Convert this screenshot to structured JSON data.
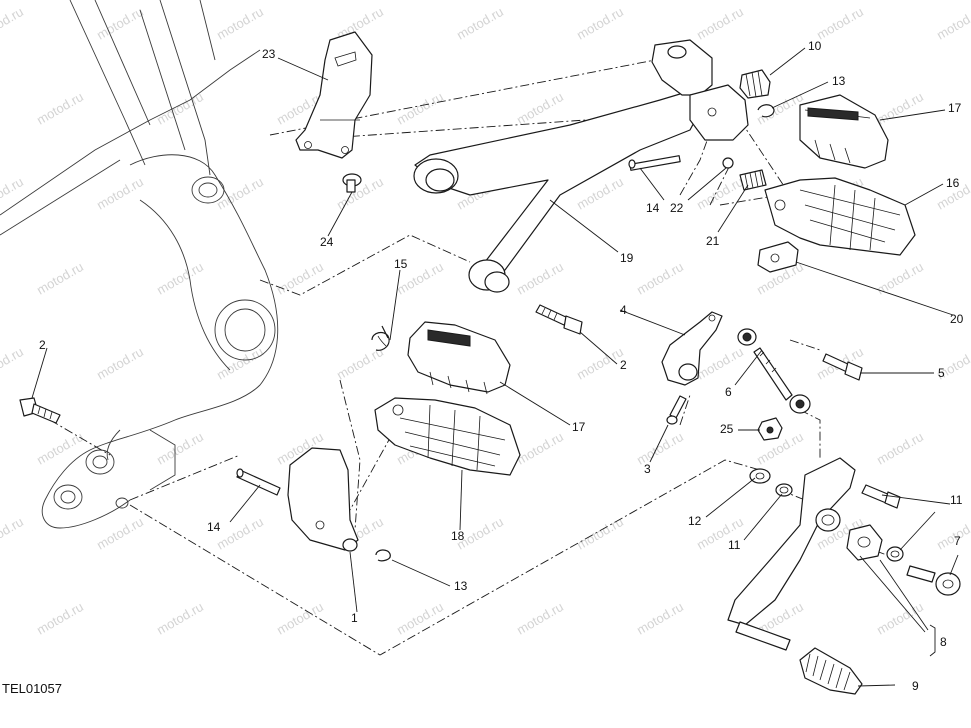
{
  "drawing_code": "TEL01057",
  "watermark": "motod.ru",
  "callouts": {
    "c1": "1",
    "c2a": "2",
    "c2b": "2",
    "c3": "3",
    "c4": "4",
    "c5": "5",
    "c6": "6",
    "c7": "7",
    "c8": "8",
    "c9": "9",
    "c10": "10",
    "c11a": "11",
    "c11b": "11",
    "c12": "12",
    "c13a": "13",
    "c13b": "13",
    "c14a": "14",
    "c14b": "14",
    "c15": "15",
    "c16": "16",
    "c17a": "17",
    "c17b": "17",
    "c18": "18",
    "c19": "19",
    "c20": "20",
    "c21": "21",
    "c22": "22",
    "c23": "23",
    "c24": "24",
    "c25": "25"
  }
}
